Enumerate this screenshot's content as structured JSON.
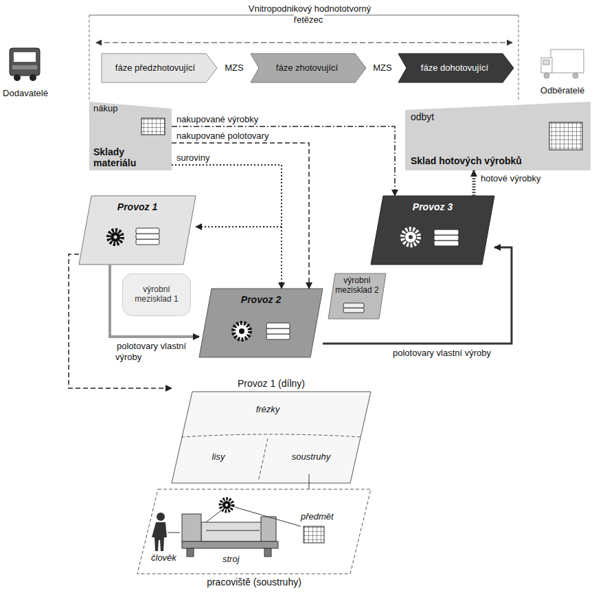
{
  "diagram": {
    "nodes": [
      {
        "text": [
          "fáze předzhotovující"
        ]
      },
      {
        "text": [
          "fáze zhotovující"
        ]
      },
      {
        "text": [
          "fáze dohotovující"
        ]
      },
      {
        "text": [
          "nákup",
          "Sklady materiálu"
        ]
      },
      {
        "text": [
          "odbyt",
          "Sklad hotových výrobků"
        ]
      },
      {
        "text": [
          "Provoz 1"
        ]
      },
      {
        "text": [
          "výrobní mezisklad 1"
        ]
      },
      {
        "text": [
          "Provoz 2"
        ]
      },
      {
        "text": [
          "výrobní mezisklad 2"
        ]
      },
      {
        "text": [
          "Provoz 3"
        ]
      },
      {
        "text": [
          "Provoz 1 (dílny)"
        ]
      },
      {
        "text": [
          "frézky"
        ],
        "in": 10
      },
      {
        "text": [
          "lisy"
        ],
        "in": 10
      },
      {
        "text": [
          "soustruhy"
        ],
        "in": 10
      },
      {
        "text": [
          "pracoviště (soustruhy)"
        ]
      }
    ],
    "edges": [
      {
        "from": 3,
        "to": 9,
        "label": "nakupované výrobky",
        "arrow": "to"
      },
      {
        "from": 3,
        "to": 7,
        "label": "nakupované polotovary",
        "arrow": "to"
      },
      {
        "from": 3,
        "to": 5,
        "label": "suroviny",
        "arrow": "to"
      },
      {
        "from": 3,
        "to": 7,
        "arrow": "to"
      },
      {
        "from": 5,
        "to": 7,
        "label": "polotovary vlastní výroby",
        "arrow": "to"
      },
      {
        "from": 7,
        "to": 9,
        "label": "polotovary vlastní výroby",
        "arrow": "to"
      },
      {
        "from": 9,
        "to": 4,
        "label": "hotové výrobky",
        "arrow": "to"
      },
      {
        "from": 5,
        "to": 10,
        "arrow": "to"
      },
      {
        "from": 13,
        "to": 14,
        "arrow": "none"
      }
    ],
    "labels": [
      "Vnitropodnikový hodnototvorný řetězec",
      "Dodavatelé",
      "Odběratelé",
      "MZS",
      "MZS",
      "předmět",
      "člověk",
      "stroj"
    ]
  }
}
